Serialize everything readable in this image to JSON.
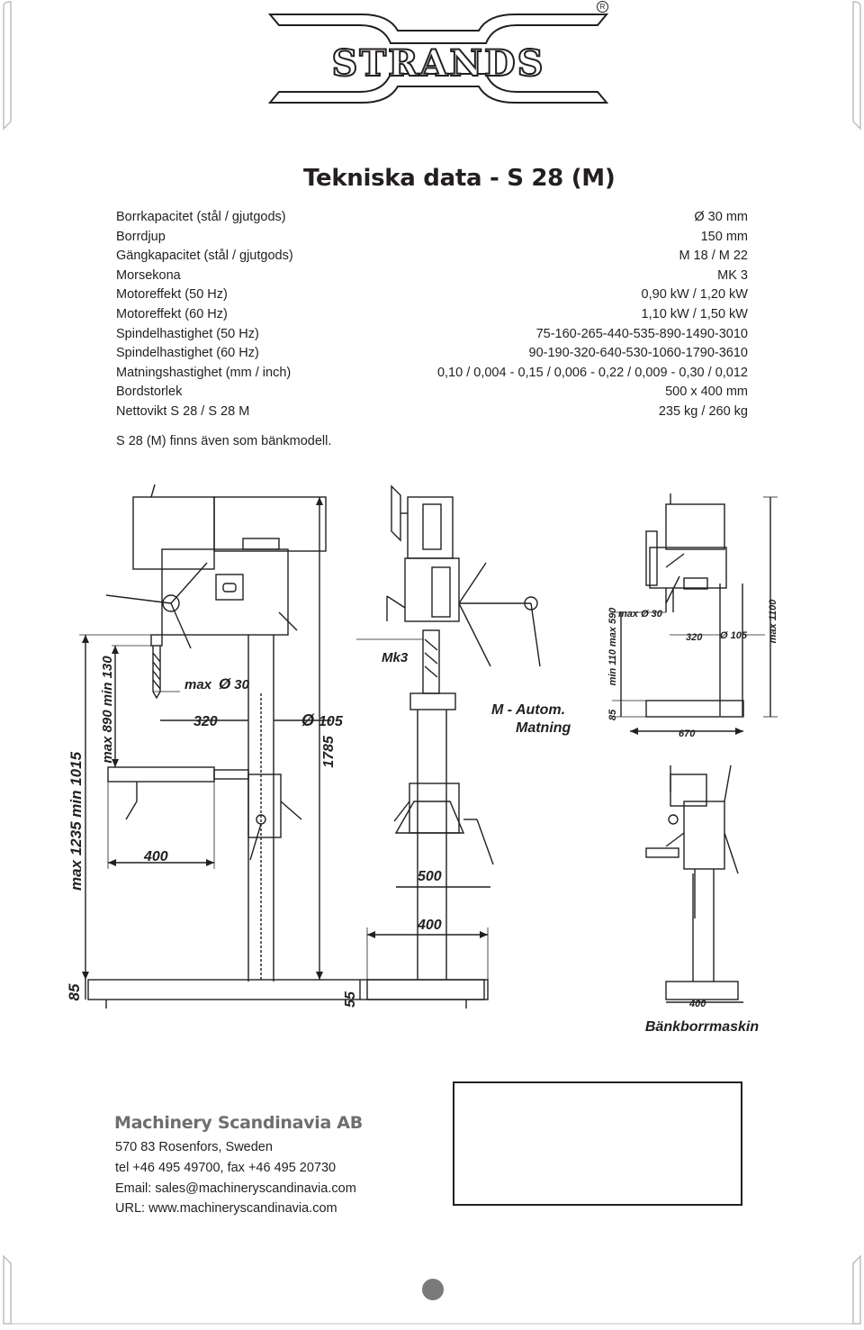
{
  "brand": {
    "logo_text": "STRANDS",
    "registered_mark": "R"
  },
  "title": "Tekniska data - S 28 (M)",
  "specs": [
    {
      "label": "Borrkapacitet (stål / gjutgods)",
      "value": "Ø 30 mm"
    },
    {
      "label": "Borrdjup",
      "value": "150 mm"
    },
    {
      "label": "Gängkapacitet (stål / gjutgods)",
      "value": "M 18 / M 22"
    },
    {
      "label": "Morsekona",
      "value": "MK 3"
    },
    {
      "label": "Motoreffekt (50 Hz)",
      "value": "0,90 kW / 1,20 kW"
    },
    {
      "label": "Motoreffekt (60 Hz)",
      "value": "1,10 kW / 1,50 kW"
    },
    {
      "label": "Spindelhastighet (50 Hz)",
      "value": "75-160-265-440-535-890-1490-3010"
    },
    {
      "label": "Spindelhastighet (60 Hz)",
      "value": "90-190-320-640-530-1060-1790-3610"
    },
    {
      "label": "Matningshastighet (mm / inch)",
      "value": "0,10 / 0,004 - 0,15 / 0,006 - 0,22 / 0,009 - 0,30 / 0,012"
    },
    {
      "label": "Bordstorlek",
      "value": "500 x 400 mm"
    },
    {
      "label": "Nettovikt S 28 / S 28 M",
      "value": "235 kg / 260 kg"
    }
  ],
  "note": "S 28 (M) finns även som bänkmodell.",
  "drawing": {
    "side": {
      "height_range": "max 1235  min 1015",
      "stroke_range": "max 890  min 130",
      "drill_dia": "max",
      "drill_dia_val": "30",
      "throat": "320",
      "column_dia": "105",
      "total_height": "1785",
      "table_width": "400",
      "base_height": "85"
    },
    "front": {
      "taper": "Mk3",
      "feed_line1": "M - Autom.",
      "feed_line2": "Matning",
      "table_depth": "500",
      "base_width": "400",
      "base_height": "55"
    },
    "bench": {
      "stroke_range": "min 110  max 590",
      "drill_dia": "max Ø 30",
      "throat": "320",
      "column_dia": "Ø 105",
      "max_height": "max 1100",
      "base_height": "85",
      "depth": "670",
      "base_width": "400",
      "caption": "Bänkborrmaskin"
    }
  },
  "contact": {
    "company": "Machinery Scandinavia AB",
    "address": "570 83 Rosenfors, Sweden",
    "phone": "tel +46 495 49700, fax +46 495 20730",
    "email": "Email: sales@machineryscandinavia.com",
    "url": "URL: www.machineryscandinavia.com"
  }
}
